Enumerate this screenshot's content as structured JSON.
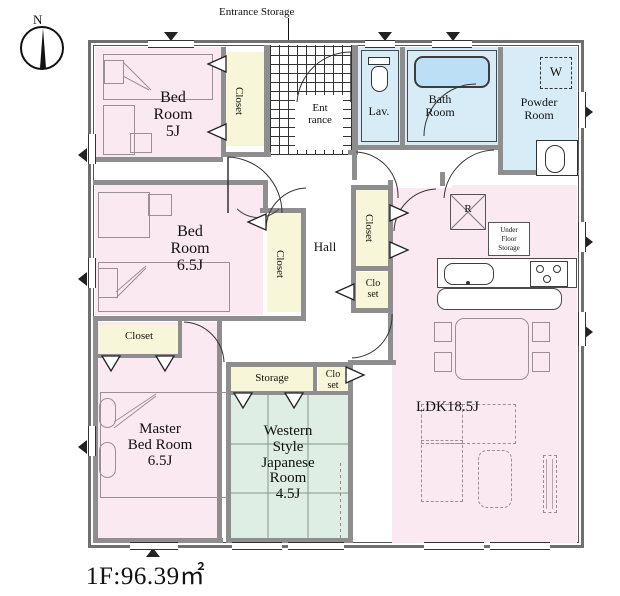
{
  "plan": {
    "title": "1F:96.39㎡",
    "compass_label": "N",
    "entrance_storage_caption": "Entrance Storage"
  },
  "rooms": [
    {
      "id": "bedroom-5j",
      "name": "Bed\nRoom\n5J",
      "fill": "#fbe9f1"
    },
    {
      "id": "bedroom-65j",
      "name": "Bed\nRoom\n6.5J",
      "fill": "#fbe9f1"
    },
    {
      "id": "master-bedroom",
      "name": "Master\nBed Room\n6.5J",
      "fill": "#fbe9f1"
    },
    {
      "id": "japanese-room",
      "name": "Western\nStyle\nJapanese\nRoom\n4.5J",
      "fill": "#dfeee4"
    },
    {
      "id": "ldk",
      "name": "LDK18.5J",
      "fill": "#fbe9f1"
    },
    {
      "id": "hall",
      "name": "Hall",
      "fill": "#ffffff"
    },
    {
      "id": "entrance",
      "name": "Ent\nrance",
      "fill": "#ffffff"
    },
    {
      "id": "lavatory",
      "name": "Lav.",
      "fill": "#d8ecf8"
    },
    {
      "id": "bath-room",
      "name": "Bath\nRoom",
      "fill": "#d8ecf8"
    },
    {
      "id": "powder-room",
      "name": "Powder\nRoom",
      "fill": "#d8ecf8"
    }
  ],
  "closets": [
    {
      "id": "closet-bed5j",
      "name": "Closet"
    },
    {
      "id": "closet-bed65j",
      "name": "Closet"
    },
    {
      "id": "closet-hall",
      "name": "Closet"
    },
    {
      "id": "closet-hall-low",
      "name": "Clo\nset"
    },
    {
      "id": "closet-master",
      "name": "Closet"
    },
    {
      "id": "closet-jp",
      "name": "Clo\nset"
    },
    {
      "id": "storage-jp",
      "name": "Storage"
    }
  ],
  "fixtures": [
    {
      "id": "washer",
      "name": "W"
    },
    {
      "id": "refrigerator",
      "name": "R"
    },
    {
      "id": "under-floor-storage",
      "name": "Under\nFloor\nStorage"
    }
  ],
  "colors": {
    "pink": "#fbe9f1",
    "blue": "#d8ecf8",
    "green": "#dfeee4",
    "cream": "#f8f6d8",
    "wall": "#8e8e8e",
    "line": "#222222"
  }
}
